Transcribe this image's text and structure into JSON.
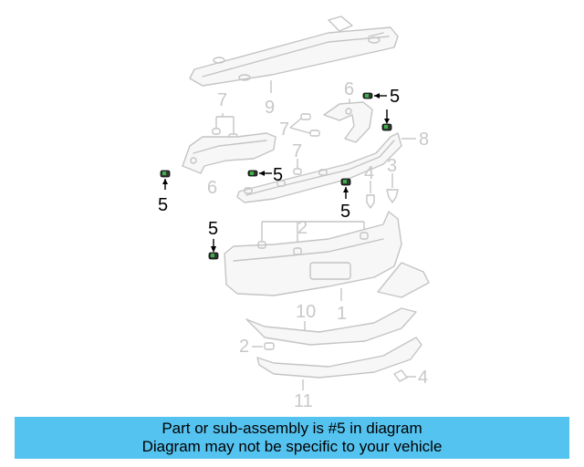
{
  "diagram": {
    "highlight_color": "#000000",
    "part_color": "#c4c4c4",
    "callouts": {
      "c9": "9",
      "c7a": "7",
      "c6a": "6",
      "c5a": "5",
      "c7b": "7",
      "c8": "8",
      "c7c": "7",
      "c5b": "5",
      "c4a": "4",
      "c3": "3",
      "c5c": "5",
      "c6b": "6",
      "c5d": "5",
      "c2a": "2",
      "c5e": "5",
      "c10": "10",
      "c1": "1",
      "c2b": "2",
      "c4b": "4",
      "c11": "11"
    }
  },
  "banner": {
    "background": "#55c3f0",
    "line1": "Part or sub-assembly is #5 in diagram",
    "line2": "Diagram may not be specific to your vehicle"
  }
}
